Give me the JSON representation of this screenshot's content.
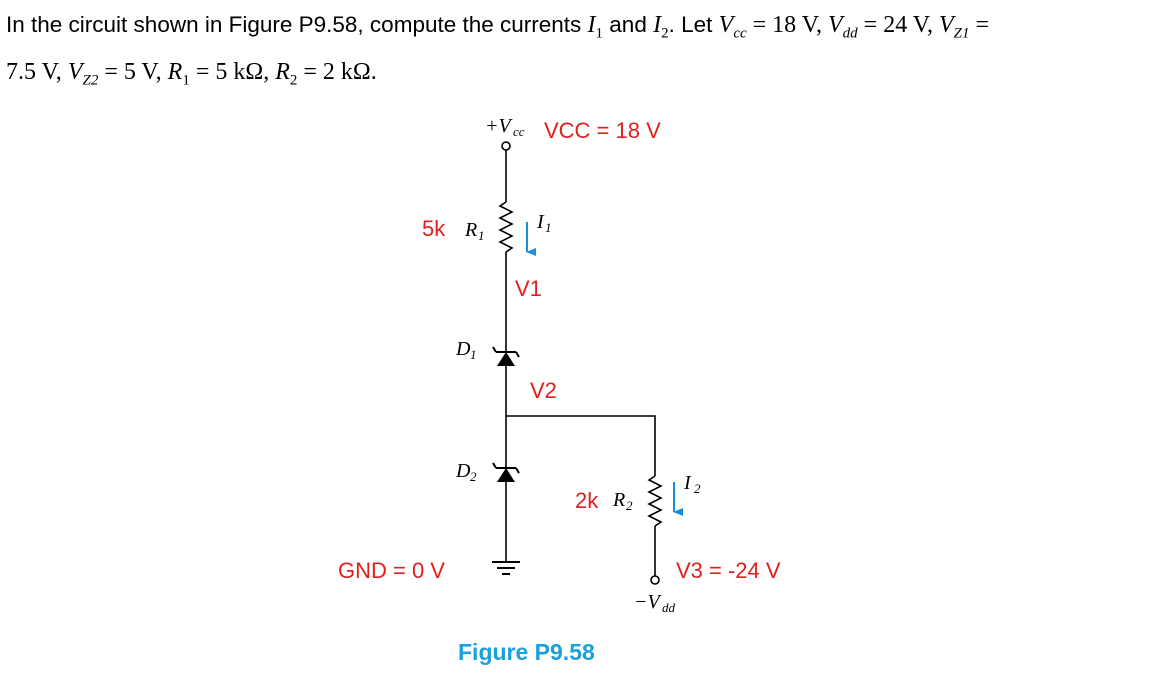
{
  "problem": {
    "line1_parts": [
      "In the circuit shown in Figure P9.58, compute the currents ",
      "I",
      "1",
      " and ",
      "I",
      "2",
      ". Let ",
      "V",
      "cc",
      " = 18 V, ",
      "V",
      "dd",
      " = 24 V, ",
      "V",
      "Z1",
      " ="
    ],
    "line2_parts": [
      "7.5 V, ",
      "V",
      "Z2",
      " = 5 V, ",
      "R",
      "1",
      " = 5 kΩ, ",
      "R",
      "2",
      " = 2 kΩ."
    ]
  },
  "diagram": {
    "vcc_label": "+V",
    "vcc_sub": "cc",
    "vcc_value": "VCC  = 18 V",
    "r1_value": "5k",
    "r1_label": "R",
    "r1_sub": "1",
    "i1_label": "I",
    "i1_sub": "1",
    "v1_label": "V1",
    "d1_label": "D",
    "d1_sub": "1",
    "v2_label": "V2",
    "d2_label": "D",
    "d2_sub": "2",
    "r2_value": "2k",
    "r2_label": "R",
    "r2_sub": "2",
    "i2_label": "I",
    "i2_sub": "2",
    "gnd_value": "GND = 0 V",
    "v3_value": "V3 = -24 V",
    "vdd_label": "−V",
    "vdd_sub": "dd",
    "caption": "Figure P9.58"
  },
  "colors": {
    "annotation": "#e0201c",
    "caption": "#1aa0db",
    "arrow": "#1a8fd6",
    "wire": "#000000"
  }
}
